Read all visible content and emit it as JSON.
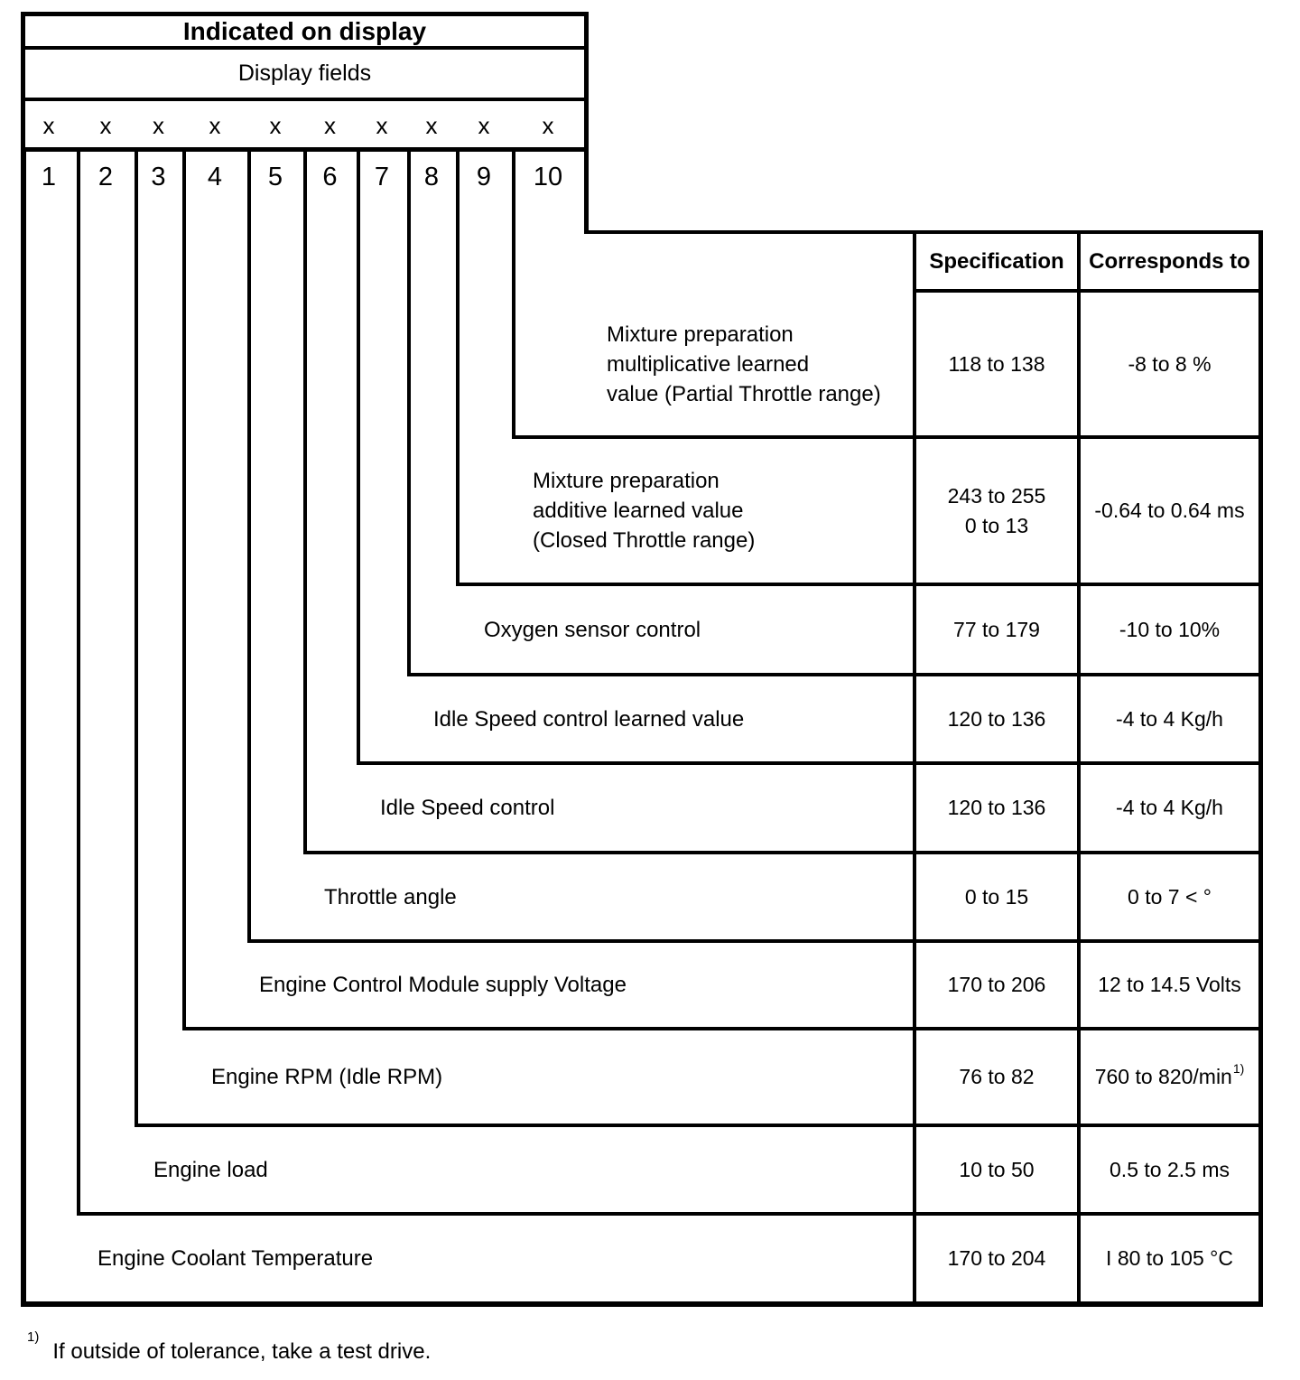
{
  "header": {
    "title": "Indicated on display",
    "subtitle": "Display fields"
  },
  "display_fields": {
    "placeholders": [
      "x",
      "x",
      "x",
      "x",
      "x",
      "x",
      "x",
      "x",
      "x",
      "x"
    ],
    "numbers": [
      "1",
      "2",
      "3",
      "4",
      "5",
      "6",
      "7",
      "8",
      "9",
      "10"
    ]
  },
  "columns": {
    "specification": "Specification",
    "corresponds_to": "Corresponds to"
  },
  "rows": [
    {
      "field": "10",
      "label": "Mixture preparation\nmultiplicative learned\nvalue (Partial Throttle range)",
      "specification": "118 to 138",
      "corresponds_to": "-8 to 8 %"
    },
    {
      "field": "9",
      "label": "Mixture preparation\nadditive learned value\n(Closed Throttle range)",
      "specification": "243 to 255\n0 to 13",
      "corresponds_to": "-0.64 to 0.64 ms"
    },
    {
      "field": "8",
      "label": "Oxygen sensor control",
      "specification": "77 to 179",
      "corresponds_to": "-10 to 10%"
    },
    {
      "field": "7",
      "label": "Idle Speed control learned value",
      "specification": "120 to 136",
      "corresponds_to": "-4 to 4 Kg/h"
    },
    {
      "field": "6",
      "label": "Idle Speed control",
      "specification": "120 to 136",
      "corresponds_to": "-4 to 4 Kg/h"
    },
    {
      "field": "5",
      "label": "Throttle angle",
      "specification": "0 to 15",
      "corresponds_to": "0 to 7 < °"
    },
    {
      "field": "4",
      "label": "Engine Control Module supply Voltage",
      "specification": "170 to 206",
      "corresponds_to": "12 to 14.5 Volts"
    },
    {
      "field": "3",
      "label": "Engine RPM (Idle RPM)",
      "specification": "76 to 82",
      "corresponds_to": "760 to 820/min",
      "corresponds_footnote": "1)"
    },
    {
      "field": "2",
      "label": "Engine load",
      "specification": "10 to 50",
      "corresponds_to": "0.5 to 2.5 ms"
    },
    {
      "field": "1",
      "label": "Engine Coolant Temperature",
      "specification": "170 to 204",
      "corresponds_to": "I 80 to 105 °C"
    }
  ],
  "footnote": {
    "marker": "1)",
    "text": "If outside of tolerance, take a test drive."
  }
}
